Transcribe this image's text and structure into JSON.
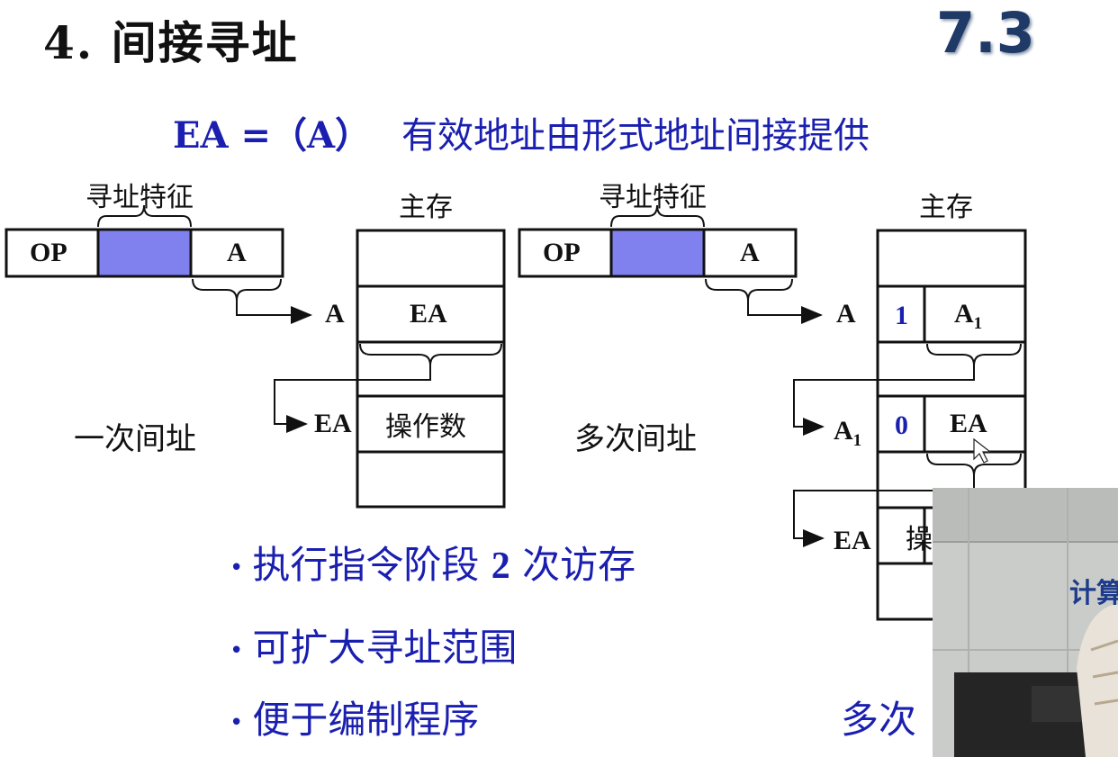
{
  "title": "4. 间接寻址",
  "section_number": "7.3",
  "formula": {
    "expr": "EA =（A）",
    "desc": "有效地址由形式地址间接提供"
  },
  "left_diagram": {
    "feature_label": "寻址特征",
    "memory_label": "主存",
    "op_field": "OP",
    "addr_field": "A",
    "row_addr_A": "A",
    "cell_EA": "EA",
    "row_addr_EA": "EA",
    "cell_operand": "操作数",
    "caption": "一次间址"
  },
  "right_diagram": {
    "feature_label": "寻址特征",
    "memory_label": "主存",
    "op_field": "OP",
    "addr_field": "A",
    "row_addr_A": "A",
    "flag1": "1",
    "cell_A1": "A",
    "cell_A1_sub": "1",
    "row_addr_A1": "A",
    "row_addr_A1_sub": "1",
    "flag0": "0",
    "cell_EA": "EA",
    "row_addr_EA": "EA",
    "cell_operand_partial": "操",
    "caption": "多次间址"
  },
  "bullets": {
    "b1_pre": "执行指令阶段",
    "b1_num": "2",
    "b1_post": "次访存",
    "b2": "可扩大寻址范围",
    "b3": "便于编制程序",
    "b4_partial": "多次"
  },
  "video_overlay": {
    "sign_text": "计算"
  },
  "colors": {
    "accent_blue": "#1a1fb0",
    "feature_fill": "#8080ee",
    "title_blue": "#1f3a66"
  }
}
